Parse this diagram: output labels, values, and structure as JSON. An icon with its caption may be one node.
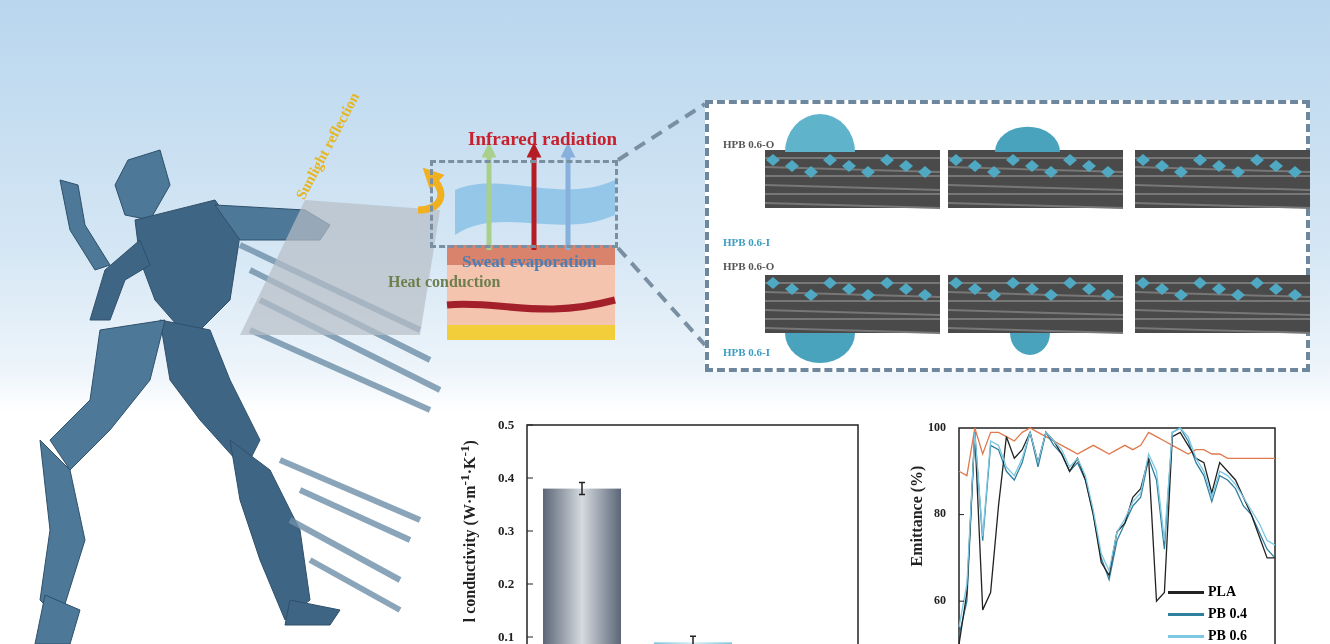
{
  "diagram": {
    "nodes": [
      {
        "text": [],
        "shape": "box"
      },
      {
        "text": [
          "HPB 0.6-O",
          "HPB 0.6-I",
          "HPB 0.6-O",
          "HPB 0.6-I"
        ]
      }
    ],
    "edges": [
      {
        "from": 0,
        "to": 1,
        "arrow": "none",
        "style": "dashed"
      },
      {
        "from": 0,
        "to": 1,
        "arrow": "none",
        "style": "dashed"
      }
    ],
    "labels": [
      "Infrared radiation",
      "Sunlight reflection",
      "Sweat evaporation",
      "Heat conduction",
      "0.5",
      "0.4",
      "0.3",
      "0.2",
      "0.1",
      "l conductivity (W·m$^{-1}$·K$^{-1}$)",
      "100",
      "80",
      "60",
      "Emittance (%)"
    ],
    "legend": [
      {
        "text": "PLA"
      },
      {
        "text": "PB 0.4"
      },
      {
        "text": "PB 0.6"
      }
    ]
  }
}
